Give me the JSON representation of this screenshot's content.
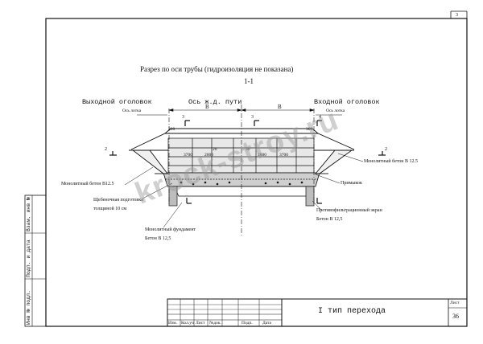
{
  "drawing": {
    "title": "Разрез по оси трубы (гидроизоляция не показана)",
    "section_mark": "1-1",
    "page_corner_number": "3"
  },
  "labels": {
    "outlet_head": "Выходной оголовок",
    "inlet_head": "Входной оголовок",
    "rail_axis": "Ось ж.д. пути",
    "tray_axis_left": "Ось лотка",
    "tray_axis_right": "Ось лотка",
    "half_width_left": "B",
    "half_width_right": "B",
    "monolithic_concrete_left": "Монолитный бетон В12.5",
    "monolithic_concrete_right": "Монолитный бетон В 12.5",
    "gravel_prep_line1": "Щебеночная подготовка",
    "gravel_prep_line2": "толщиной 10 см",
    "monolithic_foundation_line1": "Монолитный фундамент",
    "monolithic_foundation_line2": "Бетон В 12,5",
    "abutment": "Примыкок",
    "antifiltration_screen_line1": "Противофильтрационный экран",
    "antifiltration_screen_line2": "Бетон В 12,5",
    "mark_3_left": "3",
    "mark_3_mid": "3",
    "mark_4_right": "4",
    "mark_2_left": "2",
    "mark_2_right": "2",
    "dim_300_left": "300",
    "dim_300_right": "300",
    "dim_3700_left": "3700",
    "dim_2000_left": "2000",
    "dim_2000_right": "2000",
    "dim_3700_right": "3700",
    "dim_30": "30",
    "dim_20": "20"
  },
  "title_block": {
    "drawing_name": "I тип перехода",
    "sheet_label": "Лист",
    "sheet_number": "36",
    "columns": [
      "Изм.",
      "Кол.уч",
      "Лист",
      "№док.",
      "Подп.",
      "Дата"
    ]
  },
  "side_stamp": {
    "col1": "Взам. инв №",
    "col2": "Подп. и дата",
    "col3": "Инв № подл."
  },
  "watermark": "krock-stroy.ru"
}
